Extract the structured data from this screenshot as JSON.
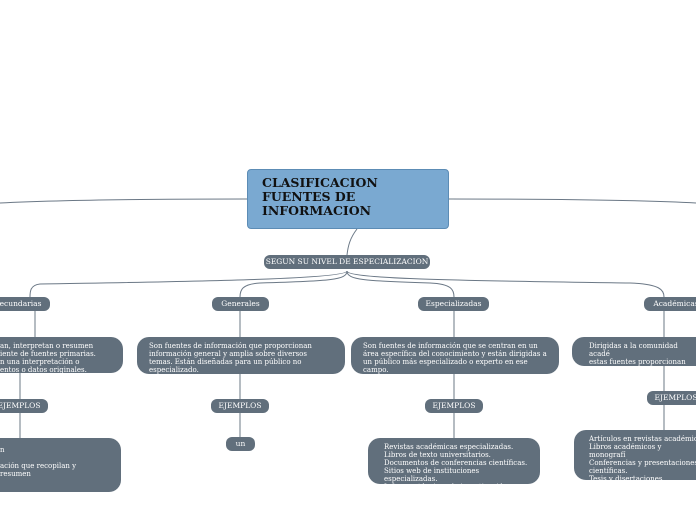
{
  "central": {
    "title": "CLASIFICACION\nFUENTES DE\nINFORMACION"
  },
  "level1": {
    "label": "SEGUN SU NIVEL DE ESPECIALIZACION"
  },
  "branches": {
    "secundarias": {
      "label": "Secundarias",
      "description": "an, interpretan o resumen\niente de fuentes primarias.\nn una interpretación o\nentos o datos originales.",
      "examples_label": "EJEMPLOS",
      "examples": "n\n\nación que recopilan y resumen"
    },
    "generales": {
      "label": "Generales",
      "description": "Son fuentes de información que proporcionan\ninformación general y amplia sobre diversos\ntemas. Están diseñadas para un público no\nespecializado.",
      "examples_label": "EJEMPLOS",
      "examples": "un"
    },
    "especializadas": {
      "label": "Especializadas",
      "description": "Son fuentes de información que se centran en un\nárea específica del conocimiento y están dirigidas a\nun público más especializado o experto en ese\ncampo.",
      "examples_label": "EJEMPLOS",
      "examples": "Revistas académicas especializadas.\nLibros de texto universitarios.\nDocumentos de conferencias científicas.\nSitios web de instituciones especializadas.\nInformes técnicos de investigación."
    },
    "academicas": {
      "label": "Académicas",
      "description": "Dirigidas a la comunidad acadé\nestas fuentes proporcionan info\nespecializada.",
      "examples_label": "EJEMPLOS",
      "examples": "Artículos en revistas académic\nLibros académicos y monografí\nConferencias y presentaciones\ncientíficas.\nTesis y disertaciones."
    }
  },
  "colors": {
    "central_fill": "#7aa9d1",
    "node_fill": "#616f7c",
    "line": "#6b7886",
    "text_light": "#ffffff",
    "text_dark": "#111111"
  }
}
